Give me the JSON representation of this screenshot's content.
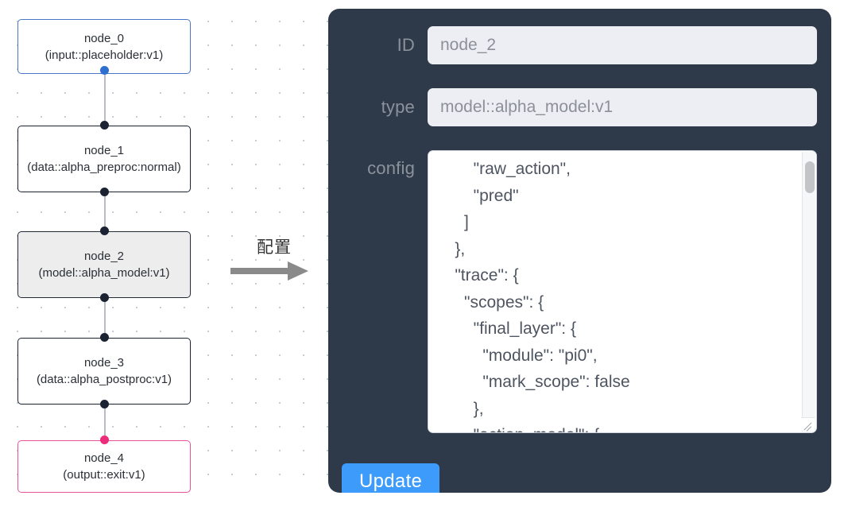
{
  "graph": {
    "nodes": [
      {
        "id": "node_0",
        "type": "(input::placeholder:v1)",
        "role": "input",
        "selected": false
      },
      {
        "id": "node_1",
        "type": "(data::alpha_preproc:normal)",
        "role": "default",
        "selected": false
      },
      {
        "id": "node_2",
        "type": "(model::alpha_model:v1)",
        "role": "default",
        "selected": true
      },
      {
        "id": "node_3",
        "type": "(data::alpha_postproc:v1)",
        "role": "default",
        "selected": false
      },
      {
        "id": "node_4",
        "type": "(output::exit:v1)",
        "role": "output",
        "selected": false
      }
    ],
    "edges": [
      {
        "from": "node_0",
        "to": "node_1"
      },
      {
        "from": "node_1",
        "to": "node_2"
      },
      {
        "from": "node_2",
        "to": "node_3"
      },
      {
        "from": "node_3",
        "to": "node_4"
      }
    ],
    "colors": {
      "input_border": "#4a77c8",
      "output_border": "#e8539c",
      "default_border": "#1b2333",
      "selected_fill": "#ededed",
      "edge": "#b9bcc2",
      "handle": "#1b2333",
      "handle_input": "#2f6fd0",
      "handle_output": "#ee2a7b"
    }
  },
  "annotation": {
    "label": "配置",
    "arrow_icon": "right-arrow-icon",
    "arrow_color": "#8a8a8a"
  },
  "panel": {
    "background": "#2e3949",
    "fields": [
      {
        "key": "id",
        "label": "ID",
        "value": "node_2"
      },
      {
        "key": "type",
        "label": "type",
        "value": "model::alpha_model:v1"
      },
      {
        "key": "config",
        "label": "config",
        "value": "        \"raw_action\",\n        \"pred\"\n      ]\n    },\n    \"trace\": {\n      \"scopes\": {\n        \"final_layer\": {\n          \"module\": \"pi0\",\n          \"mark_scope\": false\n        },\n        \"action_model\": {"
      }
    ],
    "update_button": {
      "label": "Update",
      "color": "#3d9bfb"
    },
    "scrollbar": {
      "name": "config-scrollbar",
      "thumb_position": "top"
    },
    "input_background": "#eceef3",
    "label_color": "#8b929c"
  }
}
